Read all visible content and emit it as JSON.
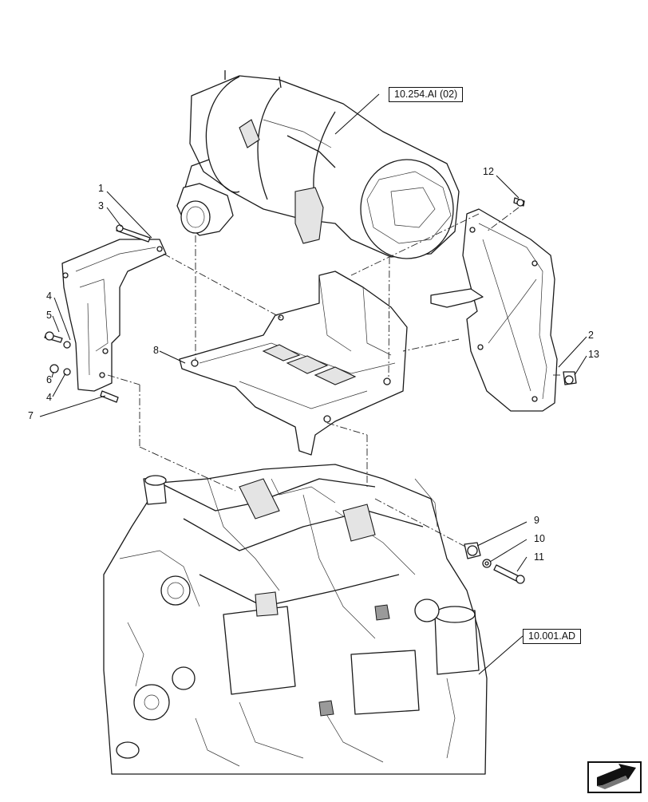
{
  "references": {
    "top": "10.254.AI (02)",
    "bottom": "10.001.AD"
  },
  "callouts": [
    "1",
    "2",
    "3",
    "4",
    "4",
    "5",
    "6",
    "7",
    "8",
    "9",
    "10",
    "11",
    "12",
    "13"
  ],
  "navigation": {
    "icon": "next-page-arrow-icon"
  }
}
